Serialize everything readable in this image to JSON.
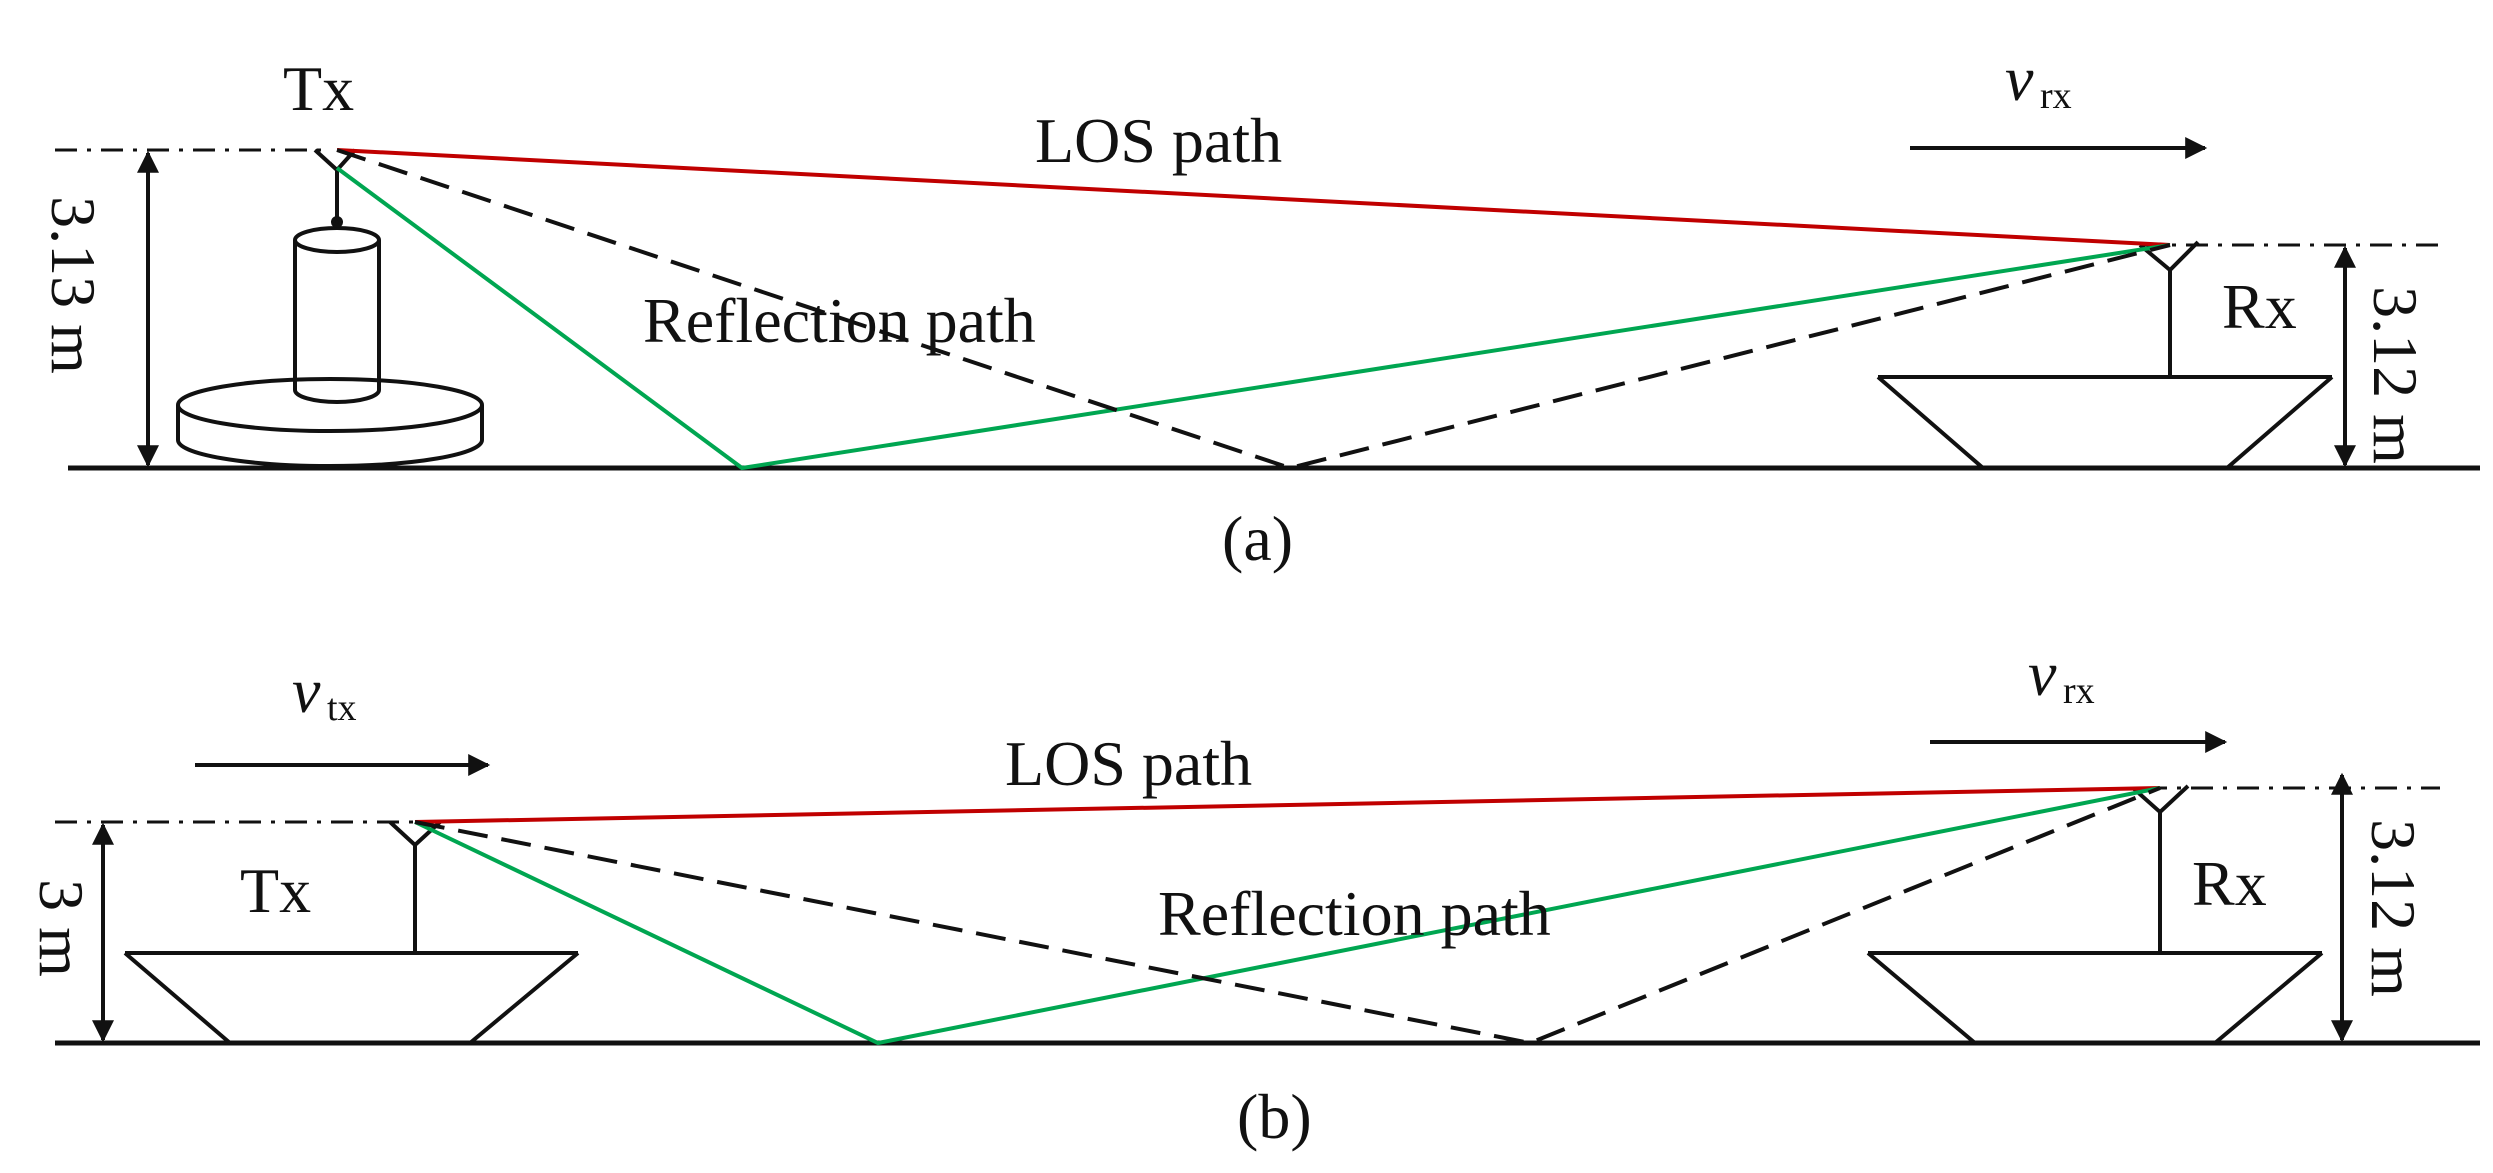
{
  "colors": {
    "los_path": "#c00000",
    "reflection_solid": "#00a651",
    "reflection_dashed": "#111111",
    "ground": "#111111"
  },
  "panel_a": {
    "caption": "(a)",
    "tx_label": "Tx",
    "rx_label": "Rx",
    "los_label": "LOS path",
    "reflection_label": "Reflection path",
    "tx_height": "3.13 m",
    "rx_height": "3.12 m",
    "rx_velocity": {
      "symbol": "v",
      "subscript": "rx"
    },
    "tx_icon": "fixed-tripod-mount-icon",
    "rx_icon": "vehicle-trapezoid-icon"
  },
  "panel_b": {
    "caption": "(b)",
    "tx_label": "Tx",
    "rx_label": "Rx",
    "los_label": "LOS path",
    "reflection_label": "Reflection path",
    "tx_height": "3 m",
    "rx_height": "3.12 m",
    "tx_velocity": {
      "symbol": "v",
      "subscript": "tx"
    },
    "rx_velocity": {
      "symbol": "v",
      "subscript": "rx"
    },
    "tx_icon": "vehicle-trapezoid-icon",
    "rx_icon": "vehicle-trapezoid-icon"
  }
}
